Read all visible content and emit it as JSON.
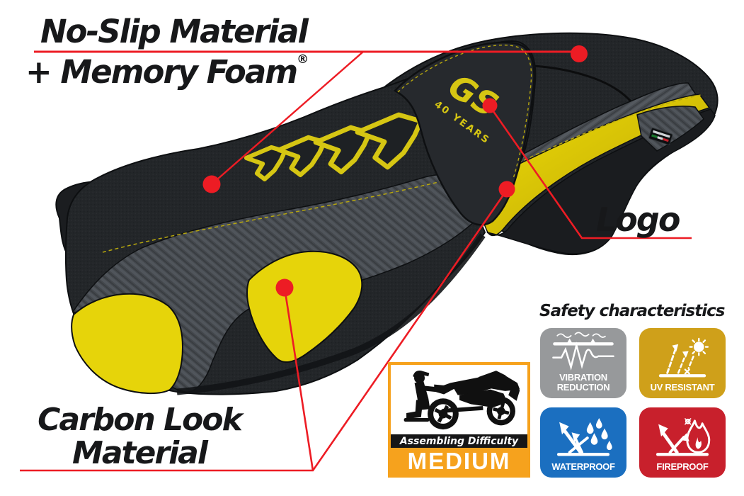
{
  "callouts": {
    "no_slip": {
      "line1": "No-Slip Material",
      "line2": "+ Memory Foam",
      "registered_mark": "®"
    },
    "logo": {
      "label": "Logo"
    },
    "carbon": {
      "line1": "Carbon Look",
      "line2": "Material"
    }
  },
  "seat": {
    "badge_line1": "GS",
    "badge_line2": "40 YEARS",
    "body_color": "#232629",
    "carbon_gray": "#45494e",
    "accent_yellow": "#e6d40a",
    "logo_yellow": "#d6c613"
  },
  "safety": {
    "heading": "Safety characteristics",
    "badges": [
      {
        "name": "vibration-reduction",
        "label_line1": "VIBRATION",
        "label_line2": "REDUCTION",
        "color": "#97999b"
      },
      {
        "name": "uv-resistant",
        "label": "UV RESISTANT",
        "color": "#cfa01a"
      },
      {
        "name": "waterproof",
        "label": "WATERPROOF",
        "color": "#1b6fc0"
      },
      {
        "name": "fireproof",
        "label": "FIREPROOF",
        "color": "#c8202c"
      }
    ]
  },
  "assembling": {
    "title": "Assembling Difficulty",
    "level": "MEDIUM",
    "frame_color": "#f6a21d"
  },
  "annotation": {
    "red": "#ed1c24"
  }
}
